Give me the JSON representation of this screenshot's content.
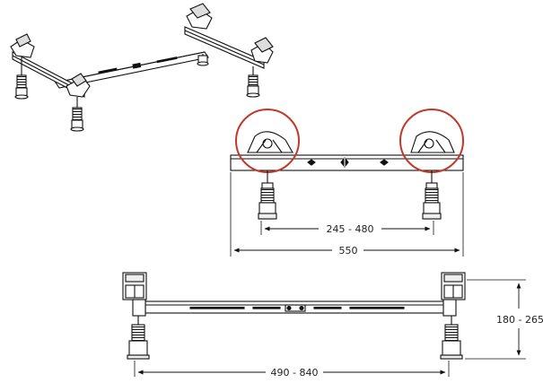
{
  "dimensions": {
    "leg_spacing_range": "245 - 480",
    "frame_width": "550",
    "height_range": "180 - 265",
    "frame_length_range": "490 - 840"
  },
  "colors": {
    "line": "#111111",
    "highlight_circle": "#c0392b",
    "fill_light": "#f2f2f2"
  },
  "icons": {
    "callout": "circle-highlight",
    "arrow": "double-arrow"
  }
}
